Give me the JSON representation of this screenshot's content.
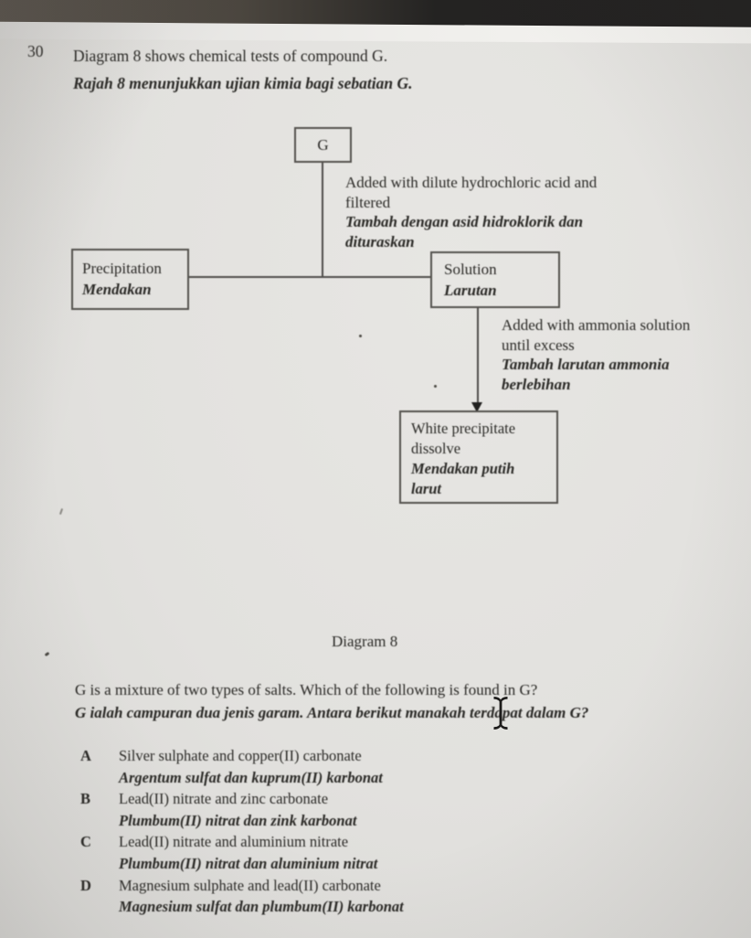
{
  "colors": {
    "paper": "#e2e1de",
    "top_shadow_left": "#59534c",
    "top_shadow_right": "#222120",
    "ink": "#2b2a27"
  },
  "header": {
    "question_number": "30",
    "prompt_en": "Diagram 8 shows chemical tests of compound G.",
    "prompt_ms": "Rajah 8 menunjukkan ujian kimia bagi sebatian G."
  },
  "diagram": {
    "g_box_label": "G",
    "hcl_note": {
      "en": [
        "Added with dilute hydrochloric acid and",
        "filtered"
      ],
      "ms": [
        "Tambah dengan asid hidroklorik dan",
        "dituraskan"
      ]
    },
    "precipitation_box": {
      "en": "Precipitation",
      "ms": "Mendakan"
    },
    "solution_box": {
      "en": "Solution",
      "ms": "Larutan"
    },
    "ammonia_note": {
      "en": [
        "Added with ammonia solution",
        "until excess"
      ],
      "ms": [
        "Tambah larutan ammonia",
        "berlebihan"
      ]
    },
    "result_box": {
      "en": [
        "White precipitate",
        "dissolve"
      ],
      "ms": [
        "Mendakan putih",
        "larut"
      ]
    },
    "caption": "Diagram 8"
  },
  "question": {
    "text_en": "G is a mixture of two types of salts. Which of the following is found in G?",
    "text_ms": "G ialah campuran dua jenis garam. Antara berikut manakah terdapat dalam G?",
    "options": [
      {
        "letter": "A",
        "en": "Silver sulphate and copper(II) carbonate",
        "ms": "Argentum sulfat dan kuprum(II) karbonat"
      },
      {
        "letter": "B",
        "en": "Lead(II) nitrate and zinc carbonate",
        "ms": "Plumbum(II) nitrat dan zink karbonat"
      },
      {
        "letter": "C",
        "en": "Lead(II) nitrate and aluminium nitrate",
        "ms": "Plumbum(II) nitrat dan aluminium nitrat"
      },
      {
        "letter": "D",
        "en": "Magnesium sulphate and lead(II) carbonate",
        "ms": "Magnesium sulfat dan plumbum(II) karbonat"
      }
    ]
  }
}
